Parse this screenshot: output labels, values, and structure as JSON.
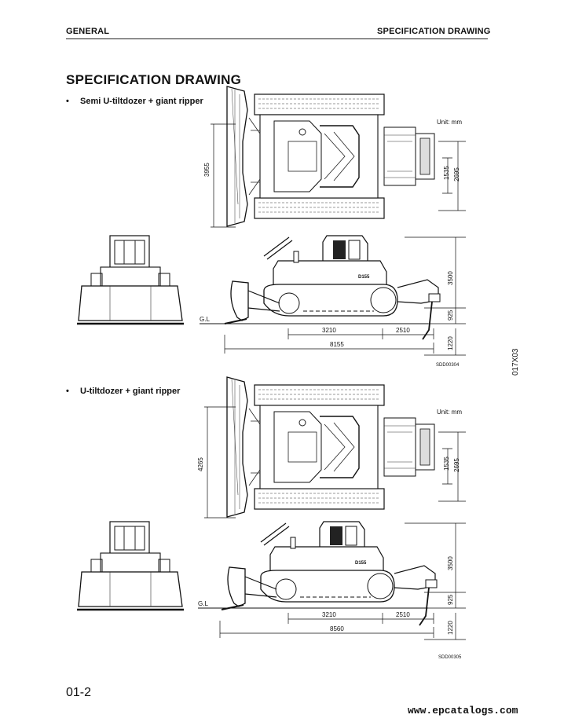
{
  "header": {
    "left": "GENERAL",
    "right": "SPECIFICATION DRAWING"
  },
  "title": "SPECIFICATION DRAWING",
  "figure1": {
    "bullet": "•",
    "caption": "Semi U-tiltdozer + giant ripper",
    "unit": "Unit: mm",
    "dims": {
      "width": "3955",
      "track_gauge": "1535",
      "track_width": "2695",
      "height": "3500",
      "ground_clearance": "925",
      "tumbler": "3210",
      "ripper": "2510",
      "length": "8155",
      "ripper_depth": "1220",
      "gl": "G.L"
    },
    "code": "SDD00304"
  },
  "figure2": {
    "bullet": "•",
    "caption": "U-tiltdozer + giant ripper",
    "unit": "Unit: mm",
    "dims": {
      "width": "4265",
      "track_gauge": "1535",
      "track_width": "2695",
      "height": "3500",
      "ground_clearance": "925",
      "tumbler": "3210",
      "ripper": "2510",
      "length": "8560",
      "ripper_depth": "1220",
      "gl": "G.L"
    },
    "code": "SDD00305"
  },
  "side_code": "017X03",
  "page_number": "01-2",
  "footer_url": "www.epcatalogs.com"
}
